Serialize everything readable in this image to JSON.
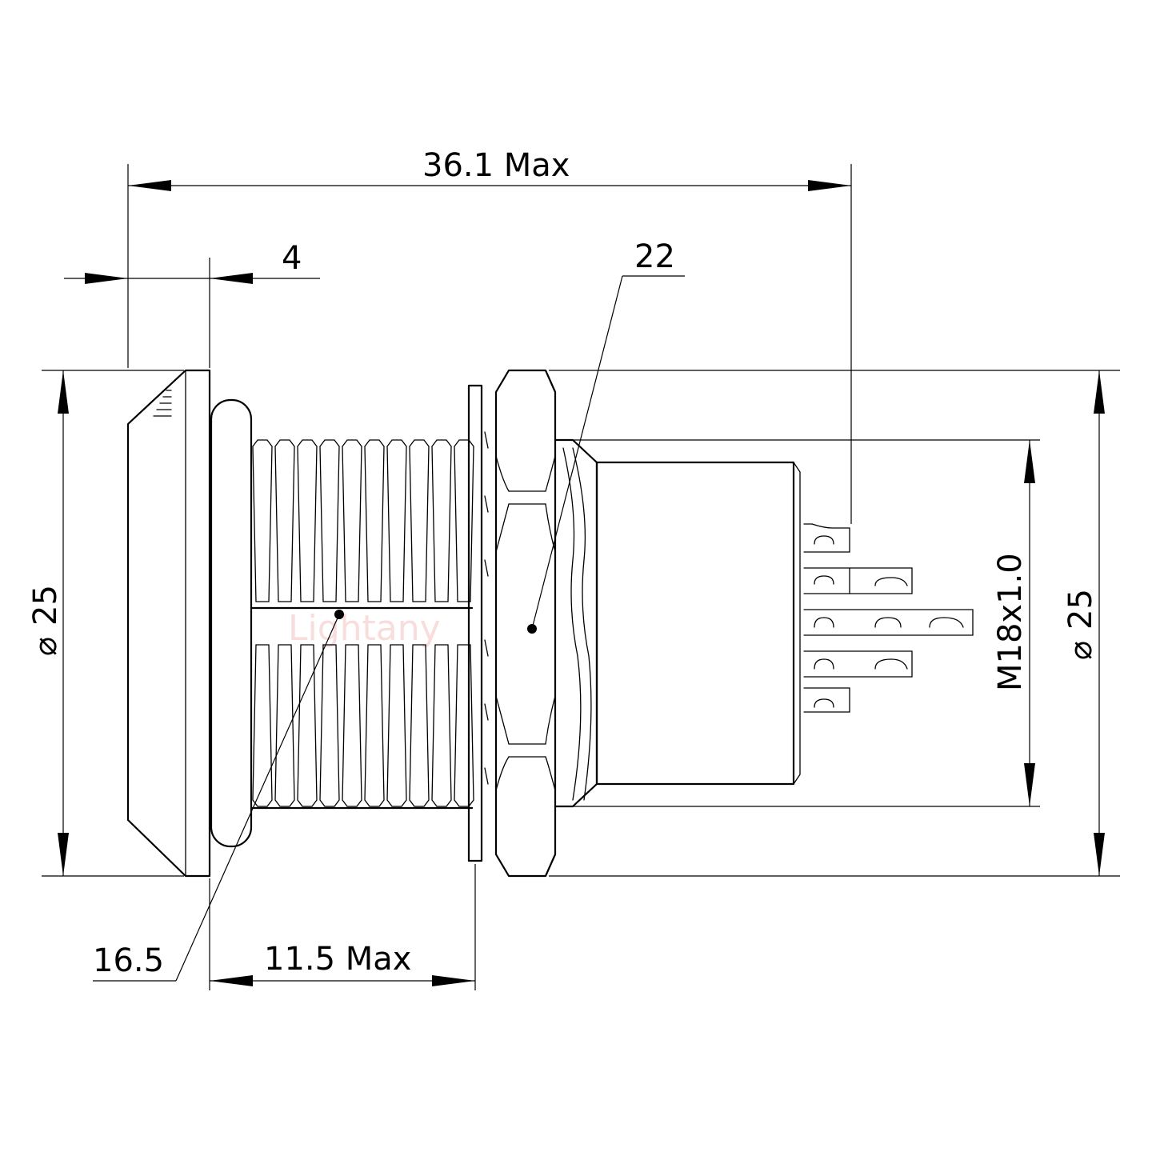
{
  "drawing": {
    "line_color": "#000000",
    "background": "#ffffff",
    "watermark": "Lightany",
    "watermark_color": "#f4c7c7"
  },
  "dimensions": {
    "overall_length": "36.1 Max",
    "flange_thickness": "4",
    "nut_size": "22",
    "left_diameter_symbol": "⌀",
    "left_diameter": "25",
    "right_diameter_symbol": "⌀",
    "right_diameter": "25",
    "rear_thread": "M18x1.0",
    "panel_thread": "16.5",
    "panel_length": "11.5 Max"
  }
}
